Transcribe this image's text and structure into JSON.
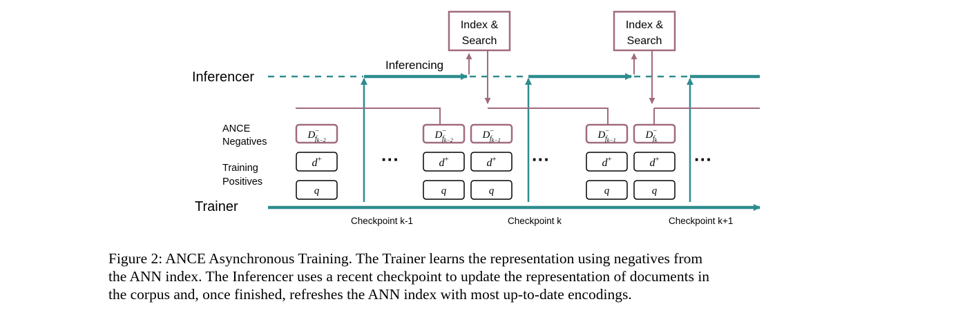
{
  "diagram": {
    "lanes": {
      "inferencer": "Inferencer",
      "trainer": "Trainer",
      "inferencing": "Inferencing"
    },
    "row_labels": {
      "ance_line1": "ANCE",
      "ance_line2": "Negatives",
      "training_line1": "Training",
      "training_line2": "Positives"
    },
    "index_search": {
      "line1": "Index &",
      "line2": "Search"
    },
    "checkpoints": [
      "Checkpoint k-1",
      "Checkpoint k",
      "Checkpoint k+1"
    ],
    "batch_labels": {
      "neg_base": "D",
      "neg_sup": "−",
      "neg_sub_f": "f",
      "neg_sub_k": "k",
      "neg_suffixes": [
        "−2",
        "−2",
        "−1",
        "−1",
        ""
      ],
      "pos_base": "d",
      "pos_sup": "+",
      "query": "q"
    },
    "ellipsis": "···",
    "colors": {
      "teal": "#2e8c8e",
      "mauve": "#a06a80",
      "text": "#000000"
    }
  },
  "caption": {
    "line1": "Figure 2: ANCE Asynchronous Training. The Trainer learns the representation using negatives from",
    "line2": "the ANN index. The Inferencer uses a recent checkpoint to update the representation of documents in",
    "line3": "the corpus and, once finished, refreshes the ANN index with most up-to-date encodings."
  }
}
